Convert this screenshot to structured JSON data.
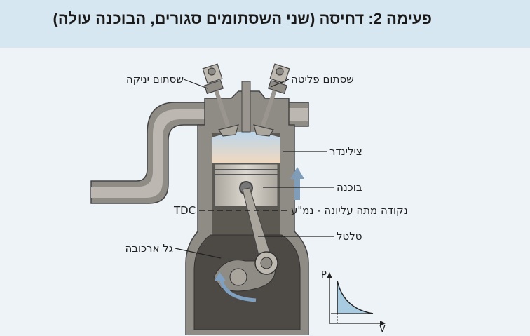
{
  "title": "פעימה 2: דחיסה (שני השסתומים סגורים, הבוכנה עולה)",
  "labels": {
    "intake_valve": "שסתום יניקה",
    "exhaust_valve": "שסתום פליטה",
    "cylinder": "צילינדר",
    "piston": "בוכנה",
    "tdc": "TDC",
    "tdc_hebrew": "נקודה מתה עליונה - נמ\"ע",
    "connecting_rod": "טלטל",
    "crankshaft": "גל ארכובה"
  },
  "pv_diagram": {
    "y_axis": "P",
    "x_axis": "V"
  },
  "colors": {
    "header": "#d7e7f2",
    "background": "#eef3f8",
    "metal": "#8f8b85",
    "arrow": "#7f9cb8"
  }
}
